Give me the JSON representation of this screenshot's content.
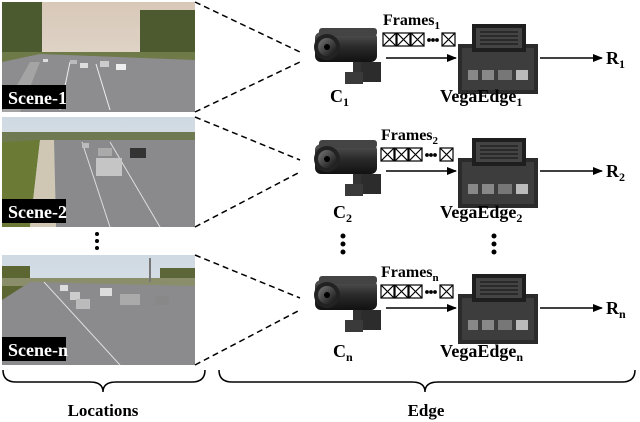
{
  "scenes": [
    {
      "label": "Scene-1"
    },
    {
      "label": "Scene-2"
    },
    {
      "label": "Scene-n"
    }
  ],
  "rows": [
    {
      "camera": {
        "base": "C",
        "sub": "1"
      },
      "frames": {
        "base": "Frames",
        "sub": "1"
      },
      "edge": {
        "base": "VegaEdge",
        "sub": "1"
      },
      "result": {
        "base": "R",
        "sub": "1"
      }
    },
    {
      "camera": {
        "base": "C",
        "sub": "2"
      },
      "frames": {
        "base": "Frames",
        "sub": "2"
      },
      "edge": {
        "base": "VegaEdge",
        "sub": "2"
      },
      "result": {
        "base": "R",
        "sub": "2"
      }
    },
    {
      "camera": {
        "base": "C",
        "sub": "n"
      },
      "frames": {
        "base": "Frames",
        "sub": "n"
      },
      "edge": {
        "base": "VegaEdge",
        "sub": "n"
      },
      "result": {
        "base": "R",
        "sub": "n"
      }
    }
  ],
  "groups": {
    "locations": "Locations",
    "edge": "Edge"
  },
  "colors": {
    "sky": "#c9d3dc",
    "road": "#8c8c8c",
    "grass": "#6d7a3e",
    "board": "#2b2b2b",
    "camera_body": "#3a3a3a",
    "label_bg": "#000000"
  }
}
